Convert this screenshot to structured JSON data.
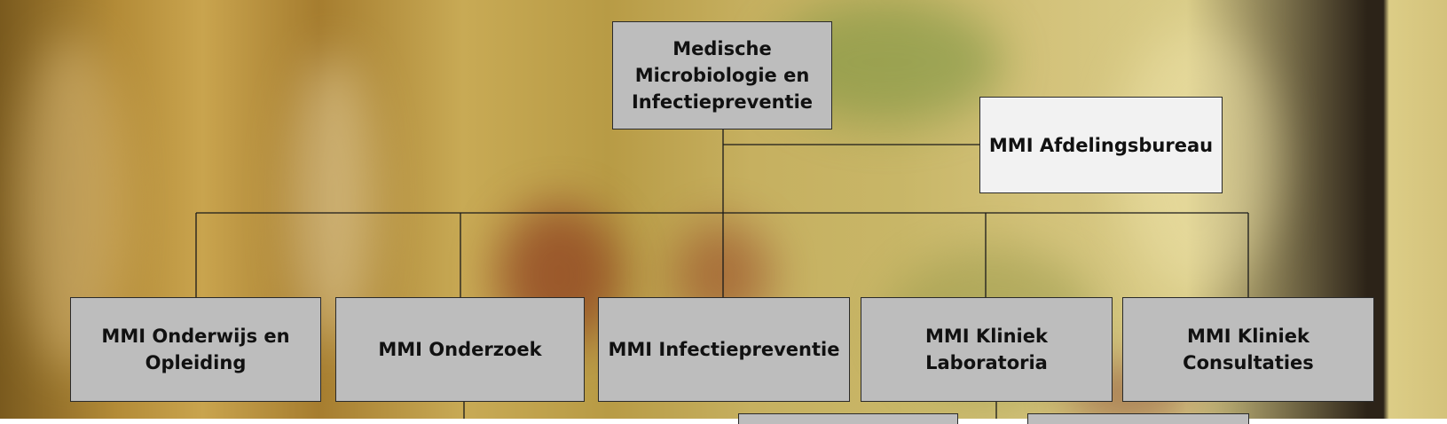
{
  "org_chart": {
    "root": {
      "label": "Medische Microbiologie en Infectiepreventie"
    },
    "staff": {
      "label": "MMI Afdelingsbureau"
    },
    "departments": [
      {
        "label": "MMI Onderwijs en Opleiding"
      },
      {
        "label": "MMI Onderzoek"
      },
      {
        "label": "MMI Infectiepreventie"
      },
      {
        "label": "MMI Kliniek Laboratoria"
      },
      {
        "label": "MMI Kliniek Consultaties"
      }
    ]
  },
  "colors": {
    "box_fill": "#bdbdbd",
    "staff_fill": "#f2f2f2",
    "border": "#2a2a2a",
    "connector": "#1a1a1a"
  }
}
